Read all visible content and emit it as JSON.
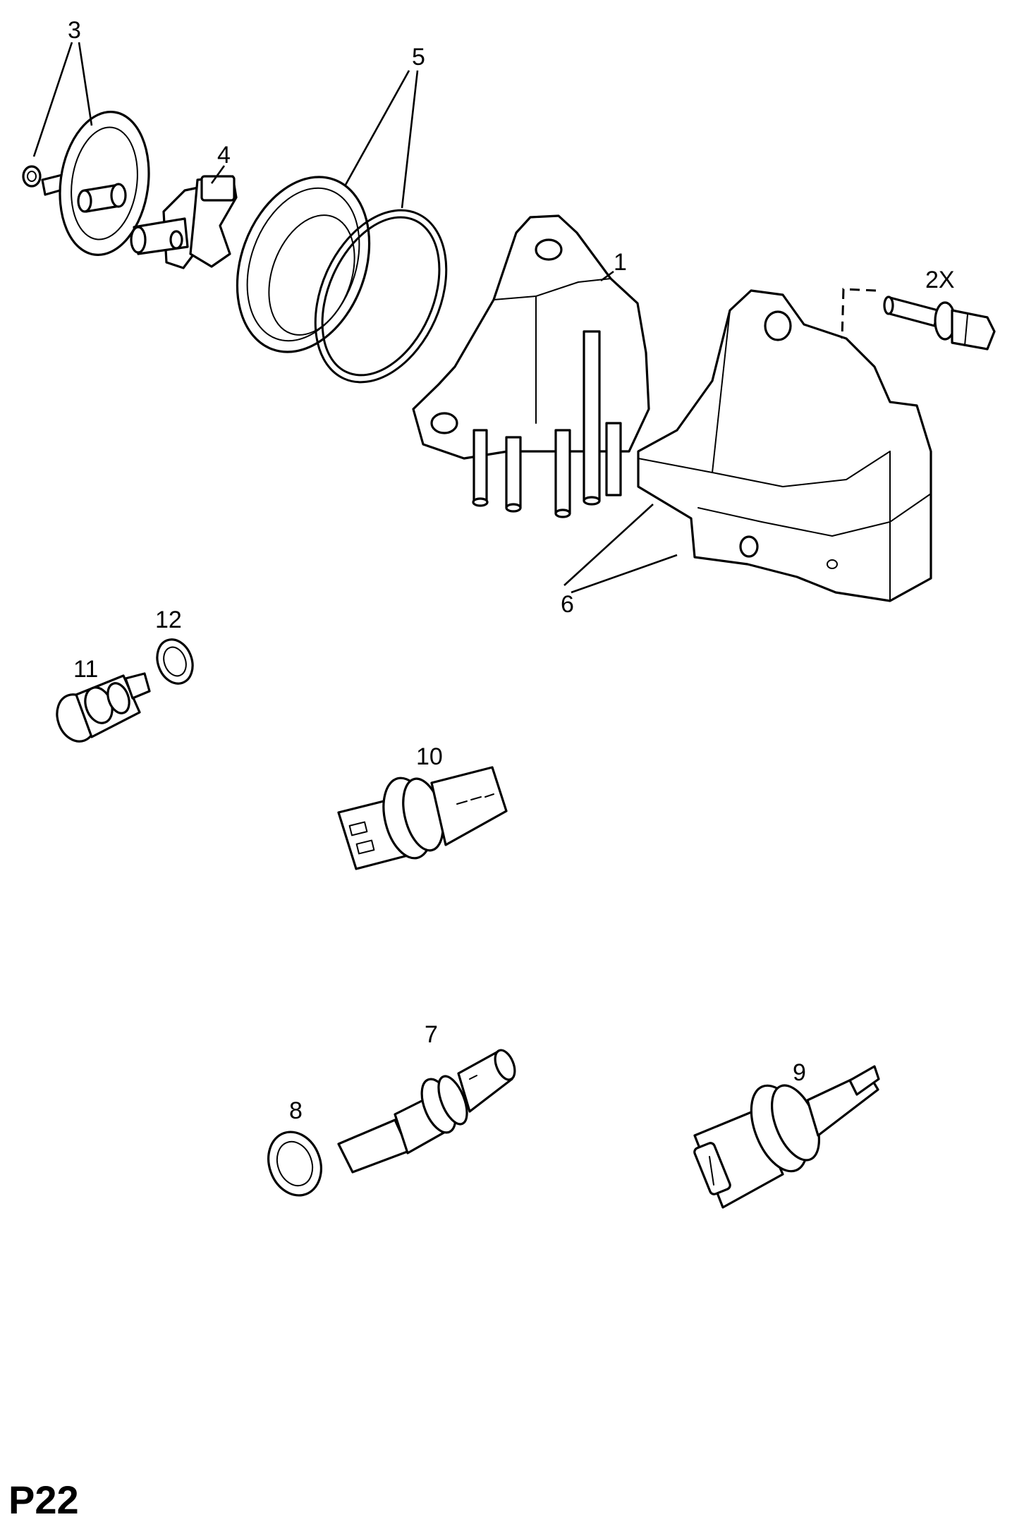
{
  "page_code": "P22",
  "callouts": {
    "c1": "1",
    "c2x": "2X",
    "c3": "3",
    "c4": "4",
    "c5": "5",
    "c6": "6",
    "c7": "7",
    "c8": "8",
    "c9": "9",
    "c10": "10",
    "c11": "11",
    "c12": "12"
  }
}
